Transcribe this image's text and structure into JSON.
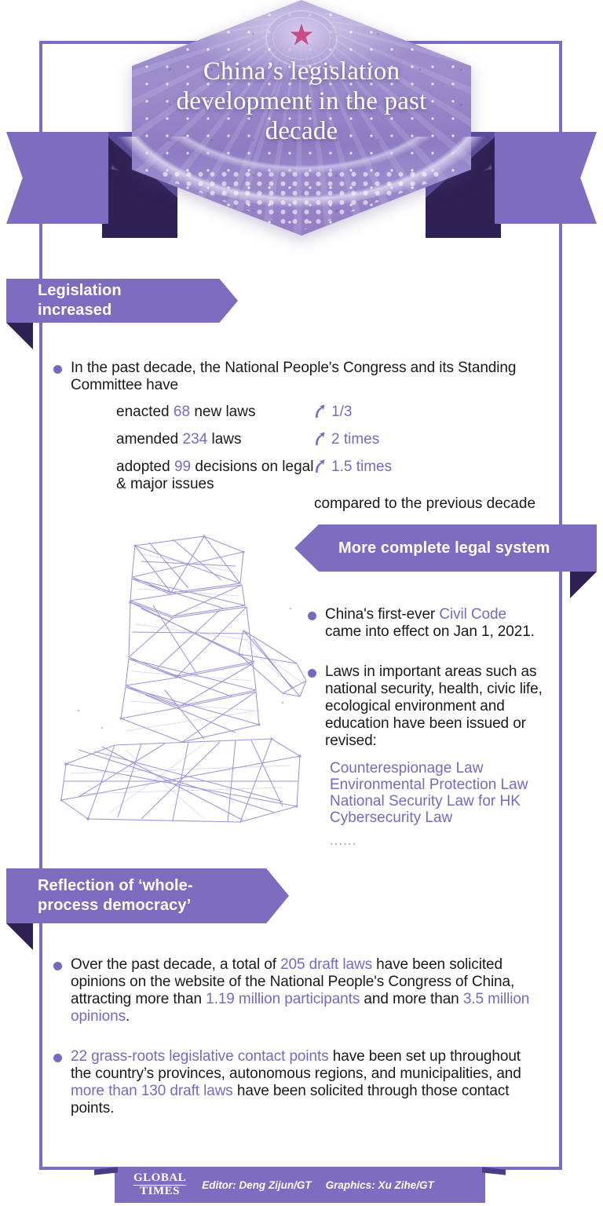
{
  "header": {
    "title": "China’s legislation development in the past decade",
    "emblem_icon": "red-star-icon"
  },
  "sections": [
    {
      "banner_label": "Legislation increased",
      "direction": "right",
      "intro": {
        "text_full": "In the past decade, the National People's Congress and its Standing Committee have"
      },
      "stats": [
        {
          "label_before": "enacted ",
          "value": "68",
          "label_after": " new laws",
          "change": "1/3",
          "arrow_icon": "arrow-up-right-icon"
        },
        {
          "label_before": "amended ",
          "value": "234",
          "label_after": " laws",
          "change": "2 times",
          "arrow_icon": "arrow-up-right-icon"
        },
        {
          "label_before": "adopted ",
          "value": "99",
          "label_after": " decisions on legal & major issues",
          "change": "1.5 times",
          "arrow_icon": "arrow-up-right-icon"
        }
      ],
      "footnote": "compared to the previous decade"
    },
    {
      "banner_label": "More complete legal system",
      "direction": "left",
      "bullets": [
        {
          "parts": [
            {
              "t": "China's first-ever ",
              "hl": false
            },
            {
              "t": "Civil Code",
              "hl": true
            },
            {
              "t": " came into effect on Jan 1, 2021.",
              "hl": false
            }
          ]
        },
        {
          "parts": [
            {
              "t": "Laws in important areas such as national security, health, civic life, ecological environment and education have been issued or revised:",
              "hl": false
            }
          ]
        }
      ],
      "law_list": [
        "Counterespionage Law",
        "Environmental Protection Law",
        "National Security Law for HK",
        "Cybersecurity Law"
      ],
      "law_list_ellipsis": "......",
      "illustration": "gavel-wireframe-illustration"
    },
    {
      "banner_label": "Reflection of ‘whole-process democracy’",
      "direction": "right",
      "bullets": [
        {
          "parts": [
            {
              "t": "Over the past decade, a total of ",
              "hl": false
            },
            {
              "t": "205 draft laws",
              "hl": true
            },
            {
              "t": " have been solicited opinions on the website of the National People's Congress of China, attracting more than ",
              "hl": false
            },
            {
              "t": "1.19 million participants",
              "hl": true
            },
            {
              "t": " and more than ",
              "hl": false
            },
            {
              "t": "3.5 million opinions",
              "hl": true
            },
            {
              "t": ".",
              "hl": false
            }
          ]
        },
        {
          "parts": [
            {
              "t": "22 grass-roots legislative contact points",
              "hl": true
            },
            {
              "t": " have been set up throughout the country’s provinces, autonomous regions, and municipalities, and ",
              "hl": false
            },
            {
              "t": "more than 130 draft laws",
              "hl": true
            },
            {
              "t": " have been solicited through those contact points.",
              "hl": false
            }
          ]
        }
      ]
    }
  ],
  "footer": {
    "logo_line1": "GLOBAL",
    "logo_line2": "TIMES",
    "editor": "Editor: Deng Zijun/GT",
    "graphics": "Graphics: Xu Zihe/GT"
  },
  "colors": {
    "accent": "#7e6cc1",
    "accent_dark": "#2f2153",
    "highlight_text": "#7a68c0",
    "frame": "#7c6cc4",
    "star": "#c4427f",
    "body_text": "#1a1a1a"
  }
}
